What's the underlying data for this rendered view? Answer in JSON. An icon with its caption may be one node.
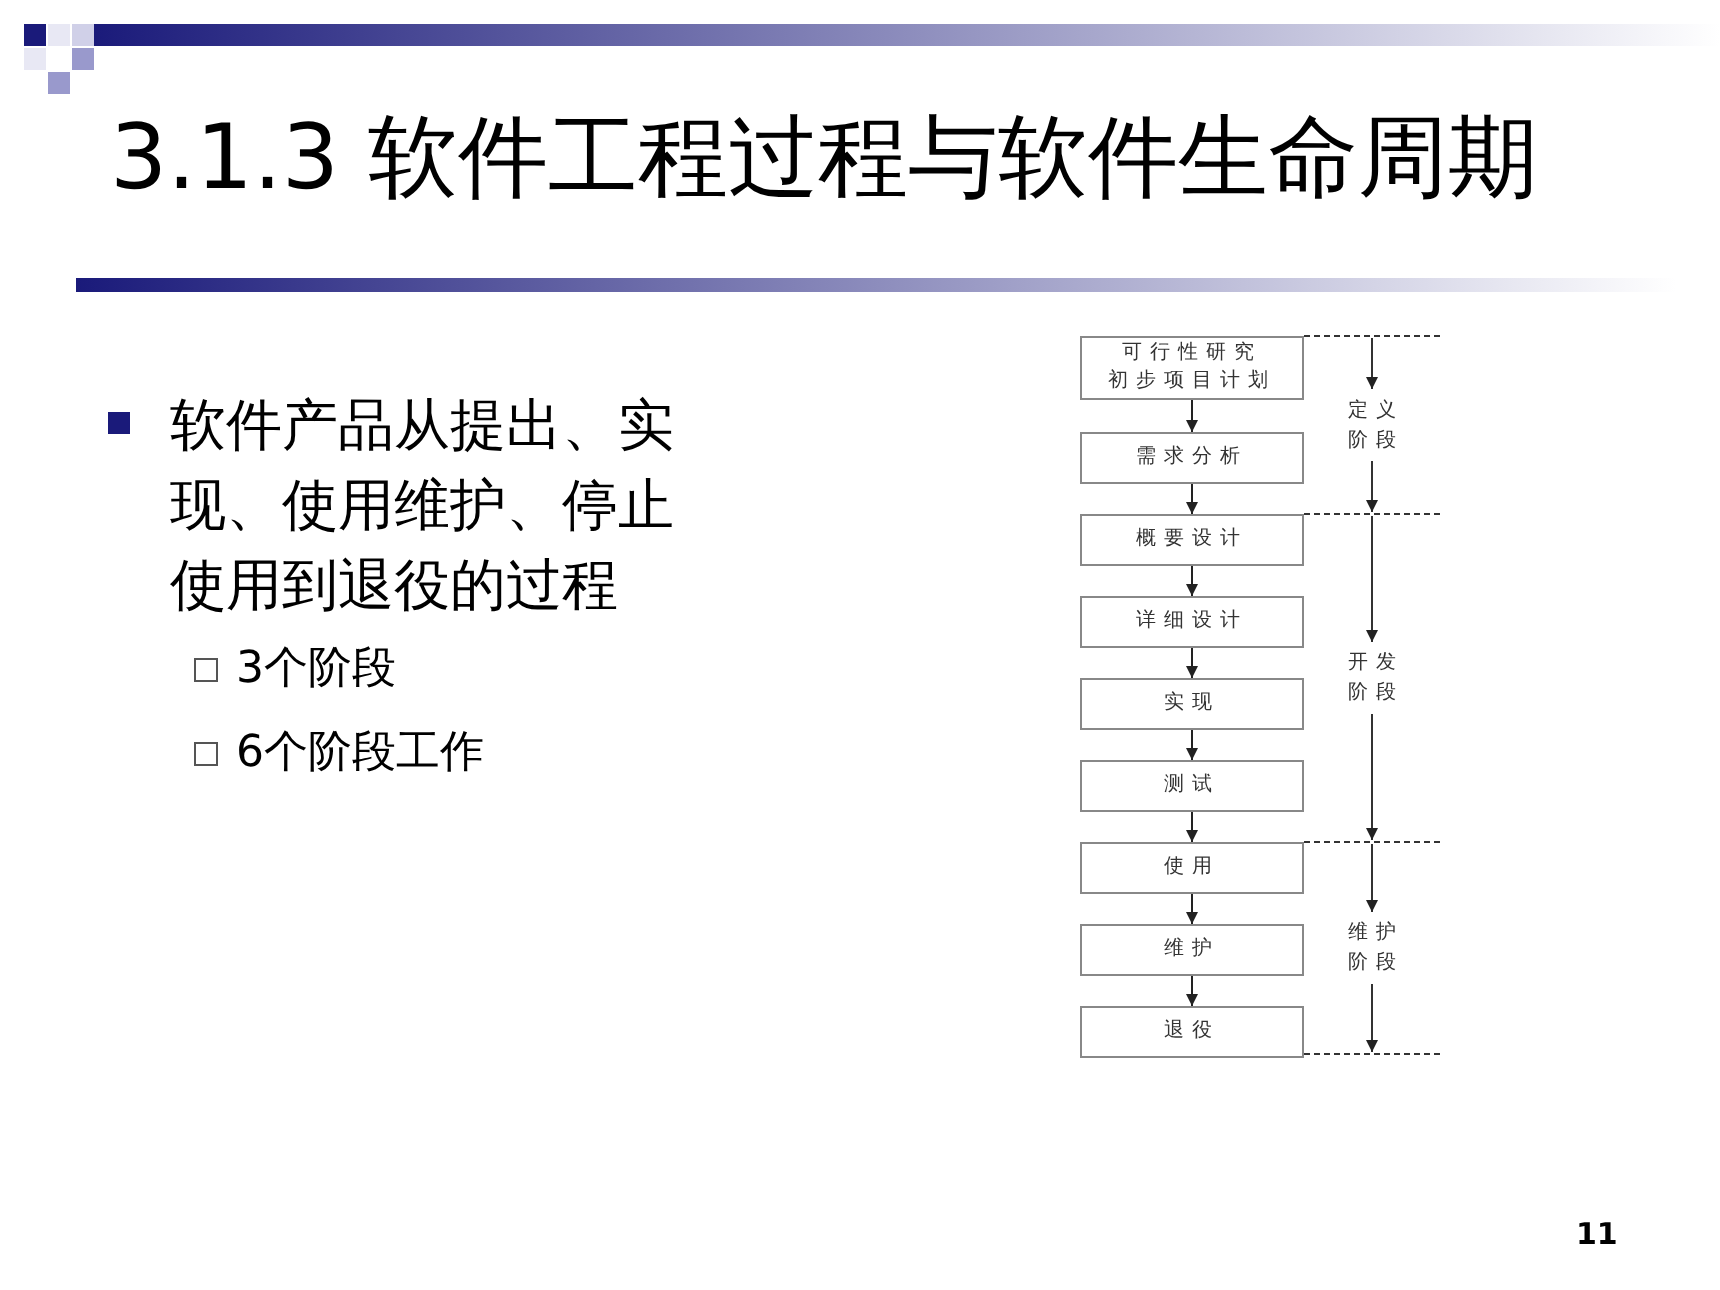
{
  "diagram": {
    "title": "3.1.3 软件工程过程与软件生命周期",
    "nodes": [
      {
        "text": [
          "可行性研究初步项目计划"
        ]
      },
      {
        "text": [
          "需求分析"
        ]
      },
      {
        "text": [
          "概要设计"
        ]
      },
      {
        "text": [
          "详细设计"
        ]
      },
      {
        "text": [
          "实现"
        ]
      },
      {
        "text": [
          "测试"
        ]
      },
      {
        "text": [
          "使用"
        ]
      },
      {
        "text": [
          "维护"
        ]
      },
      {
        "text": [
          "退役"
        ]
      }
    ],
    "edges": [
      {
        "from": 0,
        "to": 1,
        "arrow": "to"
      },
      {
        "from": 1,
        "to": 2,
        "arrow": "to"
      },
      {
        "from": 2,
        "to": 3,
        "arrow": "to"
      },
      {
        "from": 3,
        "to": 4,
        "arrow": "to"
      },
      {
        "from": 4,
        "to": 5,
        "arrow": "to"
      },
      {
        "from": 5,
        "to": 6,
        "arrow": "to"
      },
      {
        "from": 6,
        "to": 7,
        "arrow": "to"
      },
      {
        "from": 7,
        "to": 8,
        "arrow": "to"
      }
    ],
    "labels": [
      "软件产品从提出、实现、使用维护、停止使用到退役的过程",
      "3个阶段",
      "6个阶段工作",
      "定义阶段",
      "开发阶段",
      "维护阶段",
      "11"
    ]
  }
}
